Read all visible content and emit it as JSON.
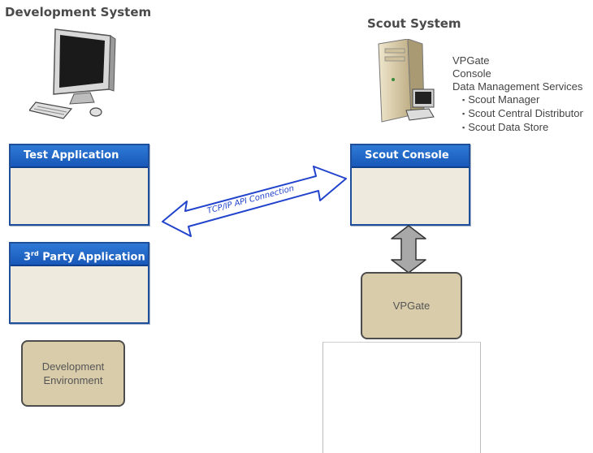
{
  "dev": {
    "title": "Development System",
    "test_app": "Test Application",
    "third_app_prefix": "3",
    "third_app_sup": "rd",
    "third_app_suffix": " Party Application",
    "env": "Development Environment"
  },
  "scout": {
    "title": "Scout System",
    "services": {
      "items": [
        "VPGate",
        "Console",
        "Data Management Services"
      ],
      "sub_items": [
        "Scout Manager",
        "Scout Central Distributor",
        "Scout Data Store"
      ]
    },
    "console": "Scout Console",
    "vpgate": "VPGate"
  },
  "connection": {
    "label": "TCP/IP API Connection"
  },
  "icons": {
    "dev_computer": "desktop-computer-icon",
    "scout_server": "server-tower-icon"
  },
  "colors": {
    "window_header": "#1858b8",
    "window_body": "#eeeadd",
    "tan_box": "#d9ccaa",
    "arrow_fill": "#ffffff",
    "arrow_stroke": "#2244cc",
    "grey_arrow": "#a8a8a8"
  }
}
